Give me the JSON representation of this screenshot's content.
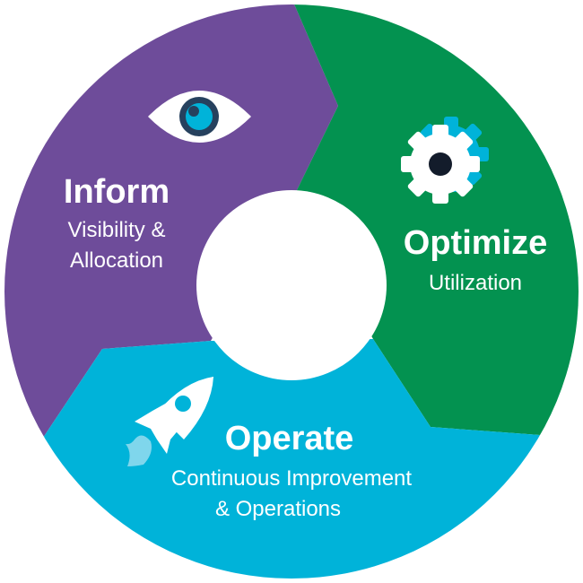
{
  "colors": {
    "inform": "#6e4c9a",
    "optimize": "#039250",
    "operate": "#00b3d9",
    "eye_iris": "#26415e",
    "gear_center": "#131c2b"
  },
  "segments": [
    {
      "title": "Inform",
      "subtitle_lines": [
        "Visibility &",
        "Allocation"
      ],
      "icon": "eye-icon"
    },
    {
      "title": "Optimize",
      "subtitle_lines": [
        "Utilization"
      ],
      "icon": "gear-icon"
    },
    {
      "title": "Operate",
      "subtitle_lines": [
        "Continuous Improvement",
        "& Operations"
      ],
      "icon": "rocket-icon"
    }
  ]
}
